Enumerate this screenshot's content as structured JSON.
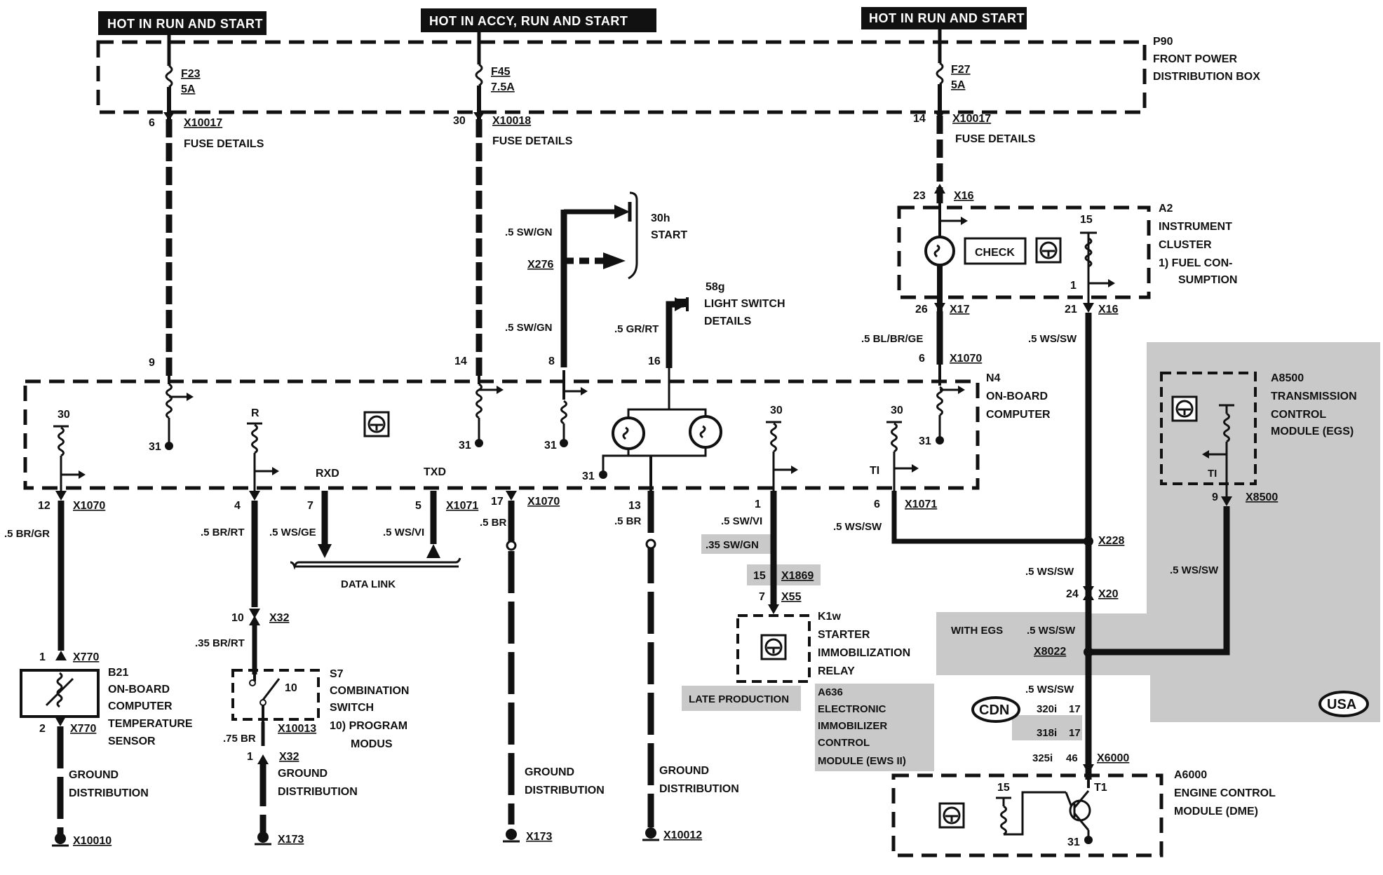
{
  "banners": {
    "b1": "HOT IN RUN AND START",
    "b2": "HOT IN ACCY, RUN AND START",
    "b3": "HOT IN RUN AND START"
  },
  "p90": {
    "code": "P90",
    "line1": "FRONT POWER",
    "line2": "DISTRIBUTION BOX"
  },
  "fuses": {
    "f23": {
      "name": "F23",
      "amps": "5A",
      "pin": "6",
      "conn": "X10017",
      "details": "FUSE DETAILS"
    },
    "f45": {
      "name": "F45",
      "amps": "7.5A",
      "pin": "30",
      "conn": "X10018",
      "details": "FUSE DETAILS"
    },
    "f27": {
      "name": "F27",
      "amps": "5A",
      "pin": "14",
      "conn": "X10017",
      "details": "FUSE DETAILS"
    }
  },
  "start": {
    "wire1": ".5 SW/GN",
    "conn": "X276",
    "label1": "30h",
    "label2": "START",
    "wire2": ".5 SW/GN"
  },
  "light": {
    "pin": "58g",
    "line1": "LIGHT SWITCH",
    "line2": "DETAILS",
    "wire": ".5 GR/RT",
    "n4pin": "16"
  },
  "cluster": {
    "code": "A2",
    "line1": "INSTRUMENT",
    "line2": "CLUSTER",
    "line3": "1)  FUEL CON-",
    "line4": "SUMPTION",
    "check": "CHECK",
    "pin_top": "23",
    "conn_top": "X16",
    "pin15": "15",
    "pin1": "1",
    "pin26": "26",
    "conn17": "X17",
    "pin21": "21",
    "conn16b": "X16"
  },
  "n4": {
    "code": "N4",
    "line1": "ON-BOARD",
    "line2": "COMPUTER",
    "wire_bl": ".5 BL/BR/GE",
    "pin_6": "6",
    "conn_1070": "X1070",
    "pin9": "9",
    "pin14": "14",
    "pin8": "8",
    "p30a": "30",
    "pR": "R",
    "rxd": "RXD",
    "txd": "TXD",
    "p30b": "30",
    "p30c": "30",
    "ti": "TI",
    "g31": "31"
  },
  "bottom": {
    "p12": "12",
    "c12": "X1070",
    "w12": ".5 BR/GR",
    "p4": "4",
    "w4": ".5 BR/RT",
    "p7": "7",
    "w7": ".5 WS/GE",
    "p5": "5",
    "c5": "X1071",
    "w5": ".5 WS/VI",
    "p17": "17",
    "c17": "X1070",
    "w17": ".5 BR",
    "p13": "13",
    "w13": ".5 BR",
    "p1": "1",
    "w1": ".5 SW/VI",
    "p6": "6",
    "c6": "X1071",
    "w6": ".5 WS/SW",
    "datalink": "DATA LINK",
    "wws_sw": ".5 WS/SW"
  },
  "sensor": {
    "pin1": "1",
    "conn1": "X770",
    "pin2": "2",
    "conn2": "X770",
    "code": "B21",
    "line1": "ON-BOARD",
    "line2": "COMPUTER",
    "line3": "TEMPERATURE",
    "line4": "SENSOR",
    "gnd1": "GROUND",
    "gnd2": "DISTRIBUTION",
    "gconn": "X10010"
  },
  "switch": {
    "pin10": "10",
    "conn32": "X32",
    "wire": ".35 BR/RT",
    "code": "S7",
    "line1": "COMBINATION",
    "line2": "SWITCH",
    "line3": "10)  PROGRAM",
    "line4": "MODUS",
    "inner10": "10",
    "conn10013": "X10013",
    "wire2": ".75 BR",
    "pin1": "1",
    "conn32b": "X32",
    "gnd1": "GROUND",
    "gnd2": "DISTRIBUTION",
    "gconn": "X173"
  },
  "ground3": {
    "gnd1": "GROUND",
    "gnd2": "DISTRIBUTION",
    "gconn": "X173"
  },
  "ground4": {
    "gnd1": "GROUND",
    "gnd2": "DISTRIBUTION",
    "gconn": "X10012"
  },
  "relay": {
    "shade1": ".35 SW/GN",
    "pin15": "15",
    "conn1869": "X1869",
    "pin7": "7",
    "conn55": "X55",
    "code": "K1w",
    "line1": "STARTER",
    "line2": "IMMOBILIZATION",
    "line3": "RELAY",
    "late": "LATE PRODUCTION",
    "ews1": "A636",
    "ews2": "ELECTRONIC",
    "ews3": "IMMOBILIZER",
    "ews4": "CONTROL",
    "ews5": "MODULE (EWS II)"
  },
  "trans": {
    "code": "A8500",
    "line1": "TRANSMISSION",
    "line2": "CONTROL",
    "line3": "MODULE (EGS)",
    "ti": "TI",
    "pin9": "9",
    "conn": "X8500",
    "wire": ".5 WS/SW"
  },
  "right": {
    "w_top": ".5 WS/SW",
    "c228": "X228",
    "w2": ".5 WS/SW",
    "p24": "24",
    "c20": "X20",
    "with_egs": "WITH EGS",
    "w3": ".5 WS/SW",
    "c8022": "X8022",
    "w4": ".5 WS/SW",
    "m320": "320i",
    "p17": "17",
    "m318": "318i",
    "p17b": "17",
    "m325": "325i",
    "p46": "46",
    "c6000": "X6000",
    "cdn": "CDN",
    "usa": "USA"
  },
  "dme": {
    "code": "A6000",
    "line1": "ENGINE CONTROL",
    "line2": "MODULE (DME)",
    "t1": "T1",
    "p15": "15",
    "p31": "31"
  }
}
